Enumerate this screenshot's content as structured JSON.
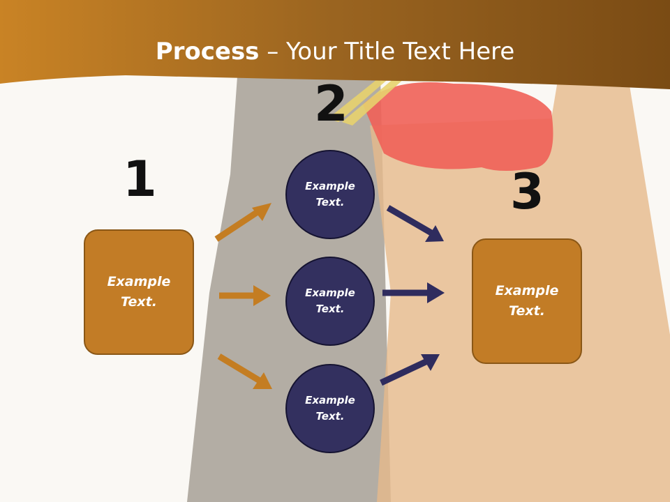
{
  "header": {
    "title_bold": "Process",
    "title_rest": " – Your Title Text Here"
  },
  "numbers": {
    "n1": "1",
    "n2": "2",
    "n3": "3"
  },
  "left_box": {
    "label": "Example\nText."
  },
  "circles": [
    {
      "label": "Example\nText."
    },
    {
      "label": "Example\nText."
    },
    {
      "label": "Example\nText."
    }
  ],
  "right_box": {
    "label": "Example\nText."
  },
  "colors": {
    "header_band": "#a86a21",
    "box_fill": "#c27c26",
    "circle_fill": "#33305f",
    "orange_arrow": "#c47d22",
    "navy_arrow": "#2f2c5e"
  }
}
